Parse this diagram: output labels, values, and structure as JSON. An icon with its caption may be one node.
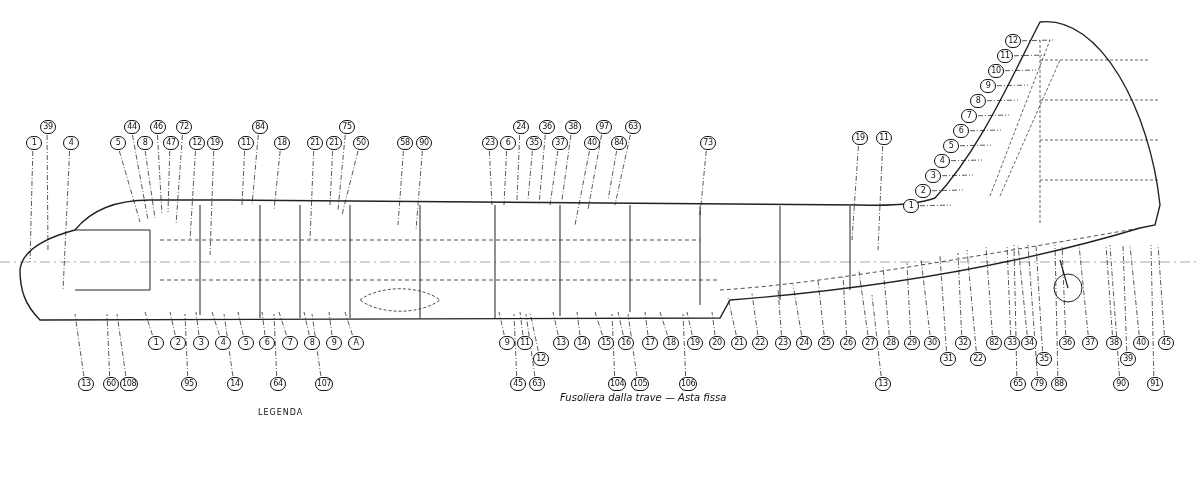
{
  "diagram": {
    "caption": "Fusoliera dalla trave — Asta fissa",
    "nodes": [
      {
        "text": [
          "1"
        ]
      },
      {
        "text": [
          "39"
        ]
      },
      {
        "text": [
          "4"
        ]
      },
      {
        "text": [
          "5"
        ]
      },
      {
        "text": [
          "44"
        ]
      },
      {
        "text": [
          "8"
        ]
      },
      {
        "text": [
          "46"
        ]
      },
      {
        "text": [
          "47"
        ]
      },
      {
        "text": [
          "72"
        ]
      },
      {
        "text": [
          "12"
        ]
      },
      {
        "text": [
          "19"
        ]
      },
      {
        "text": [
          "11"
        ]
      },
      {
        "text": [
          "84"
        ]
      },
      {
        "text": [
          "18"
        ]
      },
      {
        "text": [
          "21"
        ]
      },
      {
        "text": [
          "21"
        ]
      },
      {
        "text": [
          "75"
        ]
      },
      {
        "text": [
          "50"
        ]
      },
      {
        "text": [
          "58"
        ]
      },
      {
        "text": [
          "90"
        ]
      },
      {
        "text": [
          "23"
        ]
      },
      {
        "text": [
          "6"
        ]
      },
      {
        "text": [
          "24"
        ]
      },
      {
        "text": [
          "35"
        ]
      },
      {
        "text": [
          "36"
        ]
      },
      {
        "text": [
          "37"
        ]
      },
      {
        "text": [
          "38"
        ]
      },
      {
        "text": [
          "40"
        ]
      },
      {
        "text": [
          "97"
        ]
      },
      {
        "text": [
          "84"
        ]
      },
      {
        "text": [
          "63"
        ]
      },
      {
        "text": [
          "73"
        ]
      },
      {
        "text": [
          "19"
        ]
      },
      {
        "text": [
          "11"
        ]
      },
      {
        "text": [
          "12"
        ]
      },
      {
        "text": [
          "11"
        ]
      },
      {
        "text": [
          "10"
        ]
      },
      {
        "text": [
          "9"
        ]
      },
      {
        "text": [
          "8"
        ]
      },
      {
        "text": [
          "7"
        ]
      },
      {
        "text": [
          "6"
        ]
      },
      {
        "text": [
          "5"
        ]
      },
      {
        "text": [
          "4"
        ]
      },
      {
        "text": [
          "3"
        ]
      },
      {
        "text": [
          "2"
        ]
      },
      {
        "text": [
          "1"
        ]
      },
      {
        "text": [
          "1"
        ]
      },
      {
        "text": [
          "2"
        ]
      },
      {
        "text": [
          "3"
        ]
      },
      {
        "text": [
          "4"
        ]
      },
      {
        "text": [
          "5"
        ]
      },
      {
        "text": [
          "6"
        ]
      },
      {
        "text": [
          "7"
        ]
      },
      {
        "text": [
          "8"
        ]
      },
      {
        "text": [
          "9"
        ]
      },
      {
        "text": [
          "A"
        ]
      },
      {
        "text": [
          "9"
        ]
      },
      {
        "text": [
          "11"
        ]
      },
      {
        "text": [
          "12"
        ]
      },
      {
        "text": [
          "13"
        ]
      },
      {
        "text": [
          "14"
        ]
      },
      {
        "text": [
          "15"
        ]
      },
      {
        "text": [
          "16"
        ]
      },
      {
        "text": [
          "17"
        ]
      },
      {
        "text": [
          "18"
        ]
      },
      {
        "text": [
          "19"
        ]
      },
      {
        "text": [
          "20"
        ]
      },
      {
        "text": [
          "21"
        ]
      },
      {
        "text": [
          "22"
        ]
      },
      {
        "text": [
          "23"
        ]
      },
      {
        "text": [
          "24"
        ]
      },
      {
        "text": [
          "25"
        ]
      },
      {
        "text": [
          "26"
        ]
      },
      {
        "text": [
          "27"
        ]
      },
      {
        "text": [
          "28"
        ]
      },
      {
        "text": [
          "29"
        ]
      },
      {
        "text": [
          "30"
        ]
      },
      {
        "text": [
          "31"
        ]
      },
      {
        "text": [
          "32"
        ]
      },
      {
        "text": [
          "22"
        ]
      },
      {
        "text": [
          "82"
        ]
      },
      {
        "text": [
          "33"
        ]
      },
      {
        "text": [
          "34"
        ]
      },
      {
        "text": [
          "35"
        ]
      },
      {
        "text": [
          "36"
        ]
      },
      {
        "text": [
          "37"
        ]
      },
      {
        "text": [
          "38"
        ]
      },
      {
        "text": [
          "39"
        ]
      },
      {
        "text": [
          "40"
        ]
      },
      {
        "text": [
          "45"
        ]
      },
      {
        "text": [
          "13"
        ]
      },
      {
        "text": [
          "60"
        ]
      },
      {
        "text": [
          "108"
        ]
      },
      {
        "text": [
          "95"
        ]
      },
      {
        "text": [
          "14"
        ]
      },
      {
        "text": [
          "64"
        ]
      },
      {
        "text": [
          "107"
        ]
      },
      {
        "text": [
          "45"
        ]
      },
      {
        "text": [
          "63"
        ]
      },
      {
        "text": [
          "104"
        ]
      },
      {
        "text": [
          "105"
        ]
      },
      {
        "text": [
          "106"
        ]
      },
      {
        "text": [
          "13"
        ]
      },
      {
        "text": [
          "65"
        ]
      },
      {
        "text": [
          "79"
        ]
      },
      {
        "text": [
          "88"
        ]
      },
      {
        "text": [
          "90"
        ]
      },
      {
        "text": [
          "91"
        ]
      }
    ],
    "edges": [
      {
        "from": 0,
        "to": null,
        "arrow": "none"
      },
      {
        "from": 1,
        "to": null,
        "arrow": "none"
      },
      {
        "from": 2,
        "to": null,
        "arrow": "none"
      },
      {
        "from": 3,
        "to": null,
        "arrow": "none"
      },
      {
        "from": 4,
        "to": null,
        "arrow": "none"
      },
      {
        "from": 5,
        "to": null,
        "arrow": "none"
      },
      {
        "from": 6,
        "to": null,
        "arrow": "none"
      },
      {
        "from": 7,
        "to": null,
        "arrow": "none"
      },
      {
        "from": 8,
        "to": null,
        "arrow": "none"
      },
      {
        "from": 9,
        "to": null,
        "arrow": "none"
      },
      {
        "from": 10,
        "to": null,
        "arrow": "none"
      },
      {
        "from": 11,
        "to": null,
        "arrow": "none"
      },
      {
        "from": 12,
        "to": null,
        "arrow": "none"
      },
      {
        "from": 13,
        "to": null,
        "arrow": "none"
      },
      {
        "from": 14,
        "to": null,
        "arrow": "none"
      },
      {
        "from": 15,
        "to": null,
        "arrow": "none"
      },
      {
        "from": 16,
        "to": null,
        "arrow": "none"
      },
      {
        "from": 17,
        "to": null,
        "arrow": "none"
      },
      {
        "from": 18,
        "to": null,
        "arrow": "none"
      },
      {
        "from": 19,
        "to": null,
        "arrow": "none"
      },
      {
        "from": 20,
        "to": null,
        "arrow": "none"
      },
      {
        "from": 21,
        "to": null,
        "arrow": "none"
      },
      {
        "from": 22,
        "to": null,
        "arrow": "none"
      },
      {
        "from": 23,
        "to": null,
        "arrow": "none"
      },
      {
        "from": 24,
        "to": null,
        "arrow": "none"
      },
      {
        "from": 25,
        "to": null,
        "arrow": "none"
      },
      {
        "from": 26,
        "to": null,
        "arrow": "none"
      },
      {
        "from": 27,
        "to": null,
        "arrow": "none"
      },
      {
        "from": 28,
        "to": null,
        "arrow": "none"
      },
      {
        "from": 29,
        "to": null,
        "arrow": "none"
      },
      {
        "from": 30,
        "to": null,
        "arrow": "none"
      },
      {
        "from": 31,
        "to": null,
        "arrow": "none"
      },
      {
        "from": 32,
        "to": null,
        "arrow": "none"
      },
      {
        "from": 33,
        "to": null,
        "arrow": "none"
      },
      {
        "from": 34,
        "to": null,
        "arrow": "none"
      },
      {
        "from": 35,
        "to": null,
        "arrow": "none"
      },
      {
        "from": 36,
        "to": null,
        "arrow": "none"
      },
      {
        "from": 37,
        "to": null,
        "arrow": "none"
      },
      {
        "from": 38,
        "to": null,
        "arrow": "none"
      },
      {
        "from": 39,
        "to": null,
        "arrow": "none"
      },
      {
        "from": 40,
        "to": null,
        "arrow": "none"
      },
      {
        "from": 41,
        "to": null,
        "arrow": "none"
      },
      {
        "from": 42,
        "to": null,
        "arrow": "none"
      },
      {
        "from": 43,
        "to": null,
        "arrow": "none"
      },
      {
        "from": 44,
        "to": null,
        "arrow": "none"
      },
      {
        "from": 45,
        "to": null,
        "arrow": "none"
      },
      {
        "from": 46,
        "to": null,
        "arrow": "none"
      },
      {
        "from": 47,
        "to": null,
        "arrow": "none"
      },
      {
        "from": 48,
        "to": null,
        "arrow": "none"
      },
      {
        "from": 49,
        "to": null,
        "arrow": "none"
      },
      {
        "from": 50,
        "to": null,
        "arrow": "none"
      },
      {
        "from": 51,
        "to": null,
        "arrow": "none"
      },
      {
        "from": 52,
        "to": null,
        "arrow": "none"
      },
      {
        "from": 53,
        "to": null,
        "arrow": "none"
      },
      {
        "from": 54,
        "to": null,
        "arrow": "none"
      },
      {
        "from": 55,
        "to": null,
        "arrow": "none"
      },
      {
        "from": 56,
        "to": null,
        "arrow": "none"
      },
      {
        "from": 57,
        "to": null,
        "arrow": "none"
      },
      {
        "from": 58,
        "to": null,
        "arrow": "none"
      },
      {
        "from": 59,
        "to": null,
        "arrow": "none"
      },
      {
        "from": 60,
        "to": null,
        "arrow": "none"
      },
      {
        "from": 61,
        "to": null,
        "arrow": "none"
      },
      {
        "from": 62,
        "to": null,
        "arrow": "none"
      },
      {
        "from": 63,
        "to": null,
        "arrow": "none"
      },
      {
        "from": 64,
        "to": null,
        "arrow": "none"
      },
      {
        "from": 65,
        "to": null,
        "arrow": "none"
      },
      {
        "from": 66,
        "to": null,
        "arrow": "none"
      },
      {
        "from": 67,
        "to": null,
        "arrow": "none"
      },
      {
        "from": 68,
        "to": null,
        "arrow": "none"
      },
      {
        "from": 69,
        "to": null,
        "arrow": "none"
      },
      {
        "from": 70,
        "to": null,
        "arrow": "none"
      },
      {
        "from": 71,
        "to": null,
        "arrow": "none"
      },
      {
        "from": 72,
        "to": null,
        "arrow": "none"
      },
      {
        "from": 73,
        "to": null,
        "arrow": "none"
      },
      {
        "from": 74,
        "to": null,
        "arrow": "none"
      },
      {
        "from": 75,
        "to": null,
        "arrow": "none"
      },
      {
        "from": 76,
        "to": null,
        "arrow": "none"
      },
      {
        "from": 77,
        "to": null,
        "arrow": "none"
      },
      {
        "from": 78,
        "to": null,
        "arrow": "none"
      },
      {
        "from": 79,
        "to": null,
        "arrow": "none"
      },
      {
        "from": 80,
        "to": null,
        "arrow": "none"
      },
      {
        "from": 81,
        "to": null,
        "arrow": "none"
      },
      {
        "from": 82,
        "to": null,
        "arrow": "none"
      },
      {
        "from": 83,
        "to": null,
        "arrow": "none"
      },
      {
        "from": 84,
        "to": null,
        "arrow": "none"
      },
      {
        "from": 85,
        "to": null,
        "arrow": "none"
      },
      {
        "from": 86,
        "to": null,
        "arrow": "none"
      },
      {
        "from": 87,
        "to": null,
        "arrow": "none"
      },
      {
        "from": 88,
        "to": null,
        "arrow": "none"
      },
      {
        "from": 89,
        "to": null,
        "arrow": "none"
      },
      {
        "from": 90,
        "to": null,
        "arrow": "none"
      },
      {
        "from": 91,
        "to": null,
        "arrow": "none"
      },
      {
        "from": 92,
        "to": null,
        "arrow": "none"
      },
      {
        "from": 93,
        "to": null,
        "arrow": "none"
      },
      {
        "from": 94,
        "to": null,
        "arrow": "none"
      },
      {
        "from": 95,
        "to": null,
        "arrow": "none"
      },
      {
        "from": 96,
        "to": null,
        "arrow": "none"
      },
      {
        "from": 97,
        "to": null,
        "arrow": "none"
      },
      {
        "from": 98,
        "to": null,
        "arrow": "none"
      },
      {
        "from": 99,
        "to": null,
        "arrow": "none"
      },
      {
        "from": 100,
        "to": null,
        "arrow": "none"
      },
      {
        "from": 101,
        "to": null,
        "arrow": "none"
      },
      {
        "from": 102,
        "to": null,
        "arrow": "none"
      },
      {
        "from": 103,
        "to": null,
        "arrow": "none"
      },
      {
        "from": 104,
        "to": null,
        "arrow": "none"
      },
      {
        "from": 105,
        "to": null,
        "arrow": "none"
      },
      {
        "from": 106,
        "to": null,
        "arrow": "none"
      },
      {
        "from": 107,
        "to": null,
        "arrow": "none"
      }
    ],
    "labels": [
      "LEGENDA"
    ]
  }
}
